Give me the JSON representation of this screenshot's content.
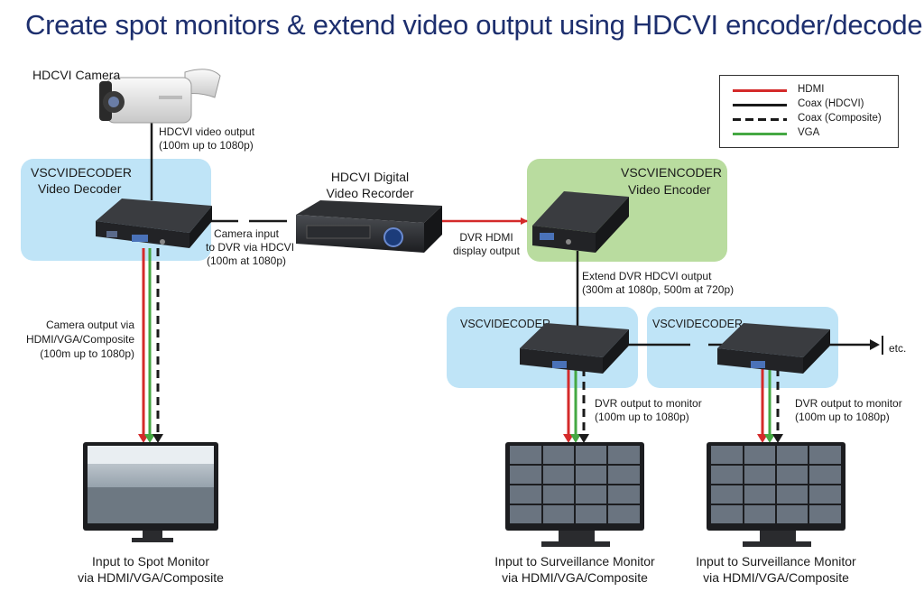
{
  "title": "Create spot monitors & extend video output using HDCVI encoder/decoders:",
  "legend": [
    {
      "label": "HDMI",
      "color": "#d42a2a",
      "style": "solid"
    },
    {
      "label": "Coax (HDCVI)",
      "color": "#1a1a1a",
      "style": "solid"
    },
    {
      "label": "Coax (Composite)",
      "color": "#1a1a1a",
      "style": "dashed"
    },
    {
      "label": "VGA",
      "color": "#45a843",
      "style": "solid"
    }
  ],
  "camera": {
    "label": "HDCVI Camera",
    "output_line1": "HDCVI video output",
    "output_line2": "(100m up to 1080p)"
  },
  "decoder_main": {
    "name": "VSCVIDECODER",
    "subtitle": "Video Decoder"
  },
  "dvr": {
    "line1": "HDCVI Digital",
    "line2": "Video Recorder"
  },
  "encoder": {
    "name": "VSCVIENCODER",
    "subtitle": "Video Encoder"
  },
  "links": {
    "camera_input_line1": "Camera input",
    "camera_input_line2": "to DVR via HDCVI",
    "camera_input_line3": "(100m at 1080p)",
    "dvr_hdmi_line1": "DVR HDMI",
    "dvr_hdmi_line2": "display output",
    "extend_line1": "Extend DVR HDCVI output",
    "extend_line2": "(300m at 1080p, 500m at 720p)",
    "camera_output_line1": "Camera output via",
    "camera_output_line2": "HDMI/VGA/Composite",
    "camera_output_line3": "(100m up to 1080p)",
    "dvr_out1_line1": "DVR output to monitor",
    "dvr_out1_line2": "(100m up to 1080p)",
    "dvr_out2_line1": "DVR output to monitor",
    "dvr_out2_line2": "(100m up to 1080p)",
    "etc": "etc."
  },
  "decoder_2": {
    "name": "VSCVIDECODER"
  },
  "decoder_3": {
    "name": "VSCVIDECODER"
  },
  "monitors": [
    {
      "line1": "Input to Spot Monitor",
      "line2": "via HDMI/VGA/Composite"
    },
    {
      "line1": "Input to Surveillance Monitor",
      "line2": "via HDMI/VGA/Composite"
    },
    {
      "line1": "Input to Surveillance Monitor",
      "line2": "via HDMI/VGA/Composite"
    }
  ]
}
